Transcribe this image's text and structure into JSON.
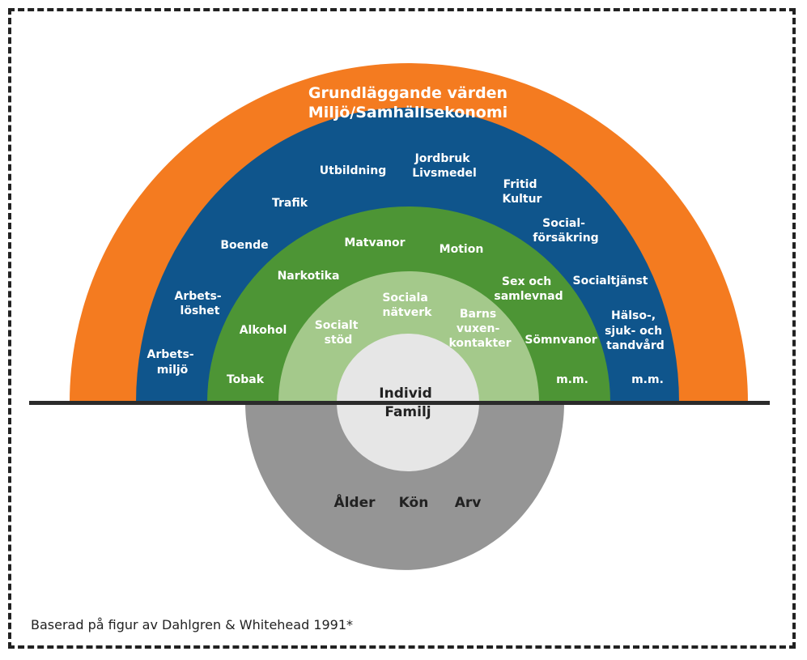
{
  "colors": {
    "outer": "#f47b20",
    "blue": "#0f558c",
    "green": "#4d9535",
    "light_green": "#a4c98b",
    "core": "#e6e6e6",
    "gray": "#959595",
    "baseline": "#2b2b2b"
  },
  "layers": {
    "outer": {
      "line1": "Grundläggande värden",
      "line2": "Miljö/Samhällsekonomi"
    },
    "living_conditions": {
      "arbetsmiljo": [
        "Arbets-",
        "miljö"
      ],
      "arbetsloshet": [
        "Arbets-",
        "löshet"
      ],
      "boende": "Boende",
      "trafik": "Trafik",
      "utbildning": "Utbildning",
      "jordbruk": [
        "Jordbruk",
        "Livsmedel"
      ],
      "fritid": [
        "Fritid",
        "Kultur"
      ],
      "social_forsakring": [
        "Social-",
        "försäkring"
      ],
      "socialtjanst": "Socialtjänst",
      "halso": [
        "Hälso-,",
        "sjuk- och",
        "tandvård"
      ],
      "mm": "m.m."
    },
    "lifestyle": {
      "tobak": "Tobak",
      "alkohol": "Alkohol",
      "narkotika": "Narkotika",
      "matvanor": "Matvanor",
      "motion": "Motion",
      "sex": [
        "Sex och",
        "samlevnad"
      ],
      "somnvanor": "Sömnvanor",
      "mm": "m.m."
    },
    "social_network": {
      "socialt_stod": [
        "Socialt",
        "stöd"
      ],
      "sociala_natverk": [
        "Sociala",
        "nätverk"
      ],
      "barns_vuxenkontakter": [
        "Barns",
        "vuxen-",
        "kontakter"
      ]
    },
    "core": [
      "Individ",
      "Familj"
    ],
    "base": {
      "alder": "Ålder",
      "kon": "Kön",
      "arv": "Arv"
    }
  },
  "caption": "Baserad på figur av Dahlgren & Whitehead 1991*"
}
